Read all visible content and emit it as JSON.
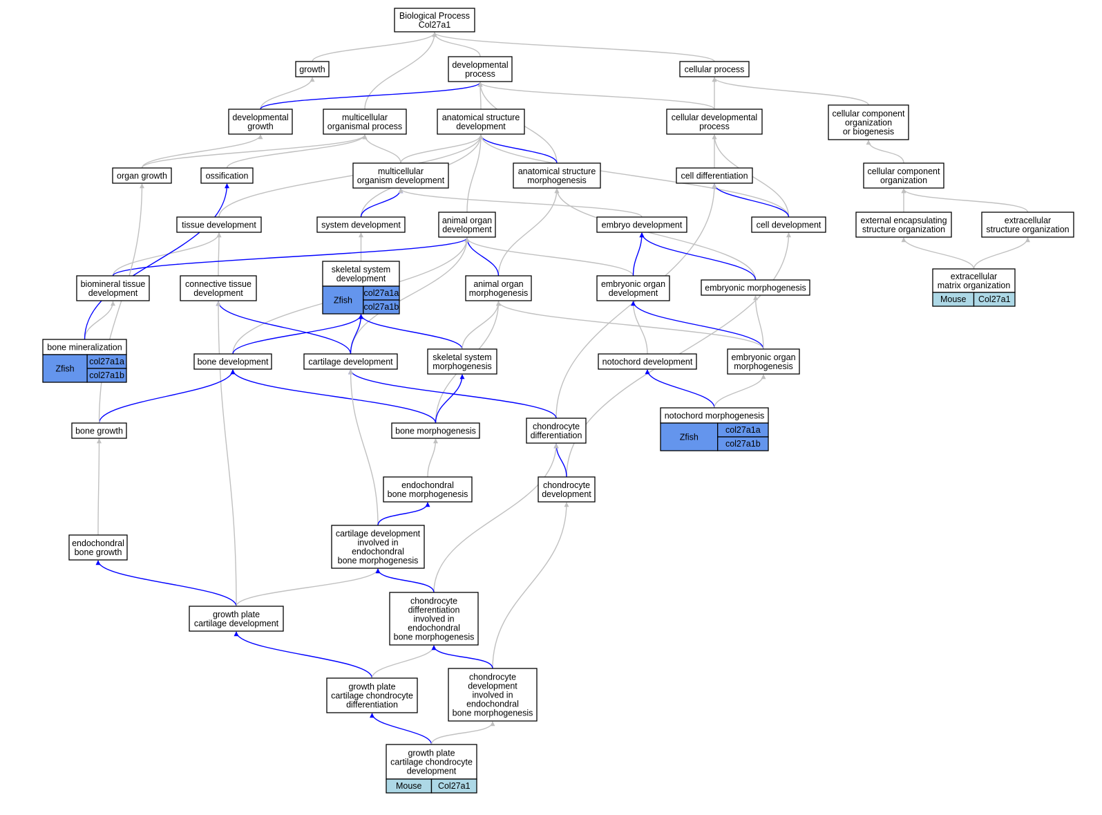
{
  "colors": {
    "inferred_edge": "#c0c0c0",
    "direct_edge": "#0000ff",
    "zfish_fill": "#6495ed",
    "mouse_fill": "#add8e6",
    "node_fill": "#ffffff"
  },
  "nodes": {
    "bp": {
      "lines": [
        "Biological Process",
        "Col27a1"
      ]
    },
    "growth": {
      "lines": [
        "growth"
      ]
    },
    "devproc": {
      "lines": [
        "developmental",
        "process"
      ]
    },
    "cellproc": {
      "lines": [
        "cellular process"
      ]
    },
    "devgrowth": {
      "lines": [
        "developmental",
        "growth"
      ]
    },
    "mcorgproc": {
      "lines": [
        "multicellular",
        "organismal process"
      ]
    },
    "anatdev": {
      "lines": [
        "anatomical structure",
        "development"
      ]
    },
    "celldevproc": {
      "lines": [
        "cellular developmental",
        "process"
      ]
    },
    "ccob": {
      "lines": [
        "cellular component",
        "organization",
        "or biogenesis"
      ]
    },
    "organgrowth": {
      "lines": [
        "organ growth"
      ]
    },
    "ossif": {
      "lines": [
        "ossification"
      ]
    },
    "mcorgdev": {
      "lines": [
        "multicellular",
        "organism development"
      ]
    },
    "anatmorph": {
      "lines": [
        "anatomical structure",
        "morphogenesis"
      ]
    },
    "celldiff": {
      "lines": [
        "cell differentiation"
      ]
    },
    "cco": {
      "lines": [
        "cellular component",
        "organization"
      ]
    },
    "tissuedev": {
      "lines": [
        "tissue development"
      ]
    },
    "sysdev": {
      "lines": [
        "system development"
      ]
    },
    "aorgdev": {
      "lines": [
        "animal organ",
        "development"
      ]
    },
    "embryodev": {
      "lines": [
        "embryo development"
      ]
    },
    "celldev": {
      "lines": [
        "cell development"
      ]
    },
    "extencap": {
      "lines": [
        "external encapsulating",
        "structure organization"
      ]
    },
    "extstruct": {
      "lines": [
        "extracellular",
        "structure organization"
      ]
    },
    "biomin": {
      "lines": [
        "biomineral tissue",
        "development"
      ]
    },
    "conntis": {
      "lines": [
        "connective tissue",
        "development"
      ]
    },
    "skeldev": {
      "lines": [
        "skeletal system",
        "development"
      ],
      "table": {
        "species": "Zfish",
        "genes": [
          "col27a1a",
          "col27a1b"
        ]
      }
    },
    "aorgmorph": {
      "lines": [
        "animal organ",
        "morphogenesis"
      ]
    },
    "emborgdev": {
      "lines": [
        "embryonic organ",
        "development"
      ]
    },
    "embmorph": {
      "lines": [
        "embryonic morphogenesis"
      ]
    },
    "ecmorg": {
      "lines": [
        "extracellular",
        "matrix organization"
      ],
      "table": {
        "species": "Mouse",
        "genes": [
          "Col27a1"
        ]
      }
    },
    "bonemin": {
      "lines": [
        "bone mineralization"
      ],
      "table": {
        "species": "Zfish",
        "genes": [
          "col27a1a",
          "col27a1b"
        ]
      }
    },
    "bonedev": {
      "lines": [
        "bone development"
      ]
    },
    "cartdev": {
      "lines": [
        "cartilage development"
      ]
    },
    "skelmorph": {
      "lines": [
        "skeletal system",
        "morphogenesis"
      ]
    },
    "notodev": {
      "lines": [
        "notochord development"
      ]
    },
    "emborgmorph": {
      "lines": [
        "embryonic organ",
        "morphogenesis"
      ]
    },
    "bonegrowth": {
      "lines": [
        "bone growth"
      ]
    },
    "bonemorph": {
      "lines": [
        "bone morphogenesis"
      ]
    },
    "chondiff": {
      "lines": [
        "chondrocyte",
        "differentiation"
      ]
    },
    "notomorph": {
      "lines": [
        "notochord morphogenesis"
      ],
      "table": {
        "species": "Zfish",
        "genes": [
          "col27a1a",
          "col27a1b"
        ]
      }
    },
    "endobonemorph": {
      "lines": [
        "endochondral",
        "bone morphogenesis"
      ]
    },
    "chondev": {
      "lines": [
        "chondrocyte",
        "development"
      ]
    },
    "endobonegrowth": {
      "lines": [
        "endochondral",
        "bone growth"
      ]
    },
    "cartdevendo": {
      "lines": [
        "cartilage development",
        "involved in",
        "endochondral",
        "bone morphogenesis"
      ]
    },
    "gpcartdev": {
      "lines": [
        "growth plate",
        "cartilage development"
      ]
    },
    "chondiffendo": {
      "lines": [
        "chondrocyte",
        "differentiation",
        "involved in",
        "endochondral",
        "bone morphogenesis"
      ]
    },
    "gpchondiff": {
      "lines": [
        "growth plate",
        "cartilage chondrocyte",
        "differentiation"
      ]
    },
    "chondevendo": {
      "lines": [
        "chondrocyte",
        "development",
        "involved in",
        "endochondral",
        "bone morphogenesis"
      ]
    },
    "gpchondev": {
      "lines": [
        "growth plate",
        "cartilage chondrocyte",
        "development"
      ],
      "table": {
        "species": "Mouse",
        "genes": [
          "Col27a1"
        ]
      }
    }
  },
  "edges": [
    {
      "from": "growth",
      "to": "bp",
      "kind": "inferred"
    },
    {
      "from": "devproc",
      "to": "bp",
      "kind": "inferred"
    },
    {
      "from": "cellproc",
      "to": "bp",
      "kind": "inferred"
    },
    {
      "from": "mcorgproc",
      "to": "bp",
      "kind": "inferred"
    },
    {
      "from": "devgrowth",
      "to": "growth",
      "kind": "inferred"
    },
    {
      "from": "devgrowth",
      "to": "devproc",
      "kind": "direct"
    },
    {
      "from": "anatdev",
      "to": "devproc",
      "kind": "inferred"
    },
    {
      "from": "celldevproc",
      "to": "devproc",
      "kind": "inferred"
    },
    {
      "from": "anatmorph",
      "to": "devproc",
      "kind": "inferred"
    },
    {
      "from": "celldevproc",
      "to": "cellproc",
      "kind": "inferred"
    },
    {
      "from": "ccob",
      "to": "cellproc",
      "kind": "inferred"
    },
    {
      "from": "organgrowth",
      "to": "devgrowth",
      "kind": "inferred"
    },
    {
      "from": "organgrowth",
      "to": "mcorgproc",
      "kind": "inferred"
    },
    {
      "from": "ossif",
      "to": "mcorgproc",
      "kind": "inferred"
    },
    {
      "from": "mcorgdev",
      "to": "mcorgproc",
      "kind": "inferred"
    },
    {
      "from": "mcorgdev",
      "to": "anatdev",
      "kind": "inferred"
    },
    {
      "from": "anatmorph",
      "to": "anatdev",
      "kind": "direct"
    },
    {
      "from": "tissuedev",
      "to": "anatdev",
      "kind": "inferred"
    },
    {
      "from": "sysdev",
      "to": "anatdev",
      "kind": "inferred"
    },
    {
      "from": "aorgdev",
      "to": "anatdev",
      "kind": "inferred"
    },
    {
      "from": "celldev",
      "to": "anatdev",
      "kind": "inferred"
    },
    {
      "from": "celldiff",
      "to": "celldevproc",
      "kind": "inferred"
    },
    {
      "from": "celldev",
      "to": "celldevproc",
      "kind": "inferred"
    },
    {
      "from": "cco",
      "to": "ccob",
      "kind": "inferred"
    },
    {
      "from": "sysdev",
      "to": "mcorgdev",
      "kind": "direct"
    },
    {
      "from": "embryodev",
      "to": "mcorgdev",
      "kind": "inferred"
    },
    {
      "from": "aorgmorph",
      "to": "anatmorph",
      "kind": "inferred"
    },
    {
      "from": "embmorph",
      "to": "anatmorph",
      "kind": "inferred"
    },
    {
      "from": "celldev",
      "to": "celldiff",
      "kind": "direct"
    },
    {
      "from": "chondiff",
      "to": "celldiff",
      "kind": "inferred"
    },
    {
      "from": "extencap",
      "to": "cco",
      "kind": "inferred"
    },
    {
      "from": "extstruct",
      "to": "cco",
      "kind": "inferred"
    },
    {
      "from": "biomin",
      "to": "tissuedev",
      "kind": "inferred"
    },
    {
      "from": "conntis",
      "to": "tissuedev",
      "kind": "inferred"
    },
    {
      "from": "skeldev",
      "to": "sysdev",
      "kind": "inferred"
    },
    {
      "from": "aorgmorph",
      "to": "aorgdev",
      "kind": "direct"
    },
    {
      "from": "biomin",
      "to": "aorgdev",
      "kind": "direct"
    },
    {
      "from": "bonedev",
      "to": "aorgdev",
      "kind": "inferred"
    },
    {
      "from": "cartdev",
      "to": "aorgdev",
      "kind": "inferred"
    },
    {
      "from": "emborgdev",
      "to": "aorgdev",
      "kind": "inferred"
    },
    {
      "from": "emborgdev",
      "to": "embryodev",
      "kind": "direct"
    },
    {
      "from": "embmorph",
      "to": "embryodev",
      "kind": "direct"
    },
    {
      "from": "chondev",
      "to": "celldev",
      "kind": "inferred"
    },
    {
      "from": "ecmorg",
      "to": "extencap",
      "kind": "inferred"
    },
    {
      "from": "ecmorg",
      "to": "extstruct",
      "kind": "inferred"
    },
    {
      "from": "bonemin",
      "to": "biomin",
      "kind": "inferred"
    },
    {
      "from": "bonemin",
      "to": "ossif",
      "kind": "direct"
    },
    {
      "from": "cartdev",
      "to": "conntis",
      "kind": "direct"
    },
    {
      "from": "gpcartdev",
      "to": "conntis",
      "kind": "inferred"
    },
    {
      "from": "bonedev",
      "to": "skeldev",
      "kind": "direct"
    },
    {
      "from": "cartdev",
      "to": "skeldev",
      "kind": "direct"
    },
    {
      "from": "skelmorph",
      "to": "skeldev",
      "kind": "direct"
    },
    {
      "from": "skelmorph",
      "to": "aorgmorph",
      "kind": "inferred"
    },
    {
      "from": "bonemorph",
      "to": "aorgmorph",
      "kind": "inferred"
    },
    {
      "from": "emborgmorph",
      "to": "aorgmorph",
      "kind": "inferred"
    },
    {
      "from": "notodev",
      "to": "emborgdev",
      "kind": "inferred"
    },
    {
      "from": "emborgmorph",
      "to": "emborgdev",
      "kind": "direct"
    },
    {
      "from": "emborgmorph",
      "to": "embmorph",
      "kind": "inferred"
    },
    {
      "from": "bonegrowth",
      "to": "bonedev",
      "kind": "direct"
    },
    {
      "from": "bonemorph",
      "to": "bonedev",
      "kind": "direct"
    },
    {
      "from": "chondiff",
      "to": "cartdev",
      "kind": "direct"
    },
    {
      "from": "cartdevendo",
      "to": "cartdev",
      "kind": "inferred"
    },
    {
      "from": "bonemorph",
      "to": "skelmorph",
      "kind": "direct"
    },
    {
      "from": "notomorph",
      "to": "notodev",
      "kind": "direct"
    },
    {
      "from": "notomorph",
      "to": "emborgmorph",
      "kind": "inferred"
    },
    {
      "from": "bonegrowth",
      "to": "organgrowth",
      "kind": "inferred"
    },
    {
      "from": "endobonegrowth",
      "to": "bonegrowth",
      "kind": "inferred"
    },
    {
      "from": "endobonemorph",
      "to": "bonemorph",
      "kind": "inferred"
    },
    {
      "from": "chondev",
      "to": "chondiff",
      "kind": "direct"
    },
    {
      "from": "chondiffendo",
      "to": "chondiff",
      "kind": "inferred"
    },
    {
      "from": "cartdevendo",
      "to": "endobonemorph",
      "kind": "direct"
    },
    {
      "from": "chondevendo",
      "to": "chondev",
      "kind": "inferred"
    },
    {
      "from": "gpcartdev",
      "to": "endobonegrowth",
      "kind": "direct"
    },
    {
      "from": "gpcartdev",
      "to": "cartdevendo",
      "kind": "inferred"
    },
    {
      "from": "chondiffendo",
      "to": "cartdevendo",
      "kind": "direct"
    },
    {
      "from": "gpchondiff",
      "to": "gpcartdev",
      "kind": "direct"
    },
    {
      "from": "gpchondiff",
      "to": "chondiffendo",
      "kind": "inferred"
    },
    {
      "from": "chondevendo",
      "to": "chondiffendo",
      "kind": "direct"
    },
    {
      "from": "gpchondev",
      "to": "gpchondiff",
      "kind": "direct"
    },
    {
      "from": "gpchondev",
      "to": "chondevendo",
      "kind": "inferred"
    }
  ]
}
